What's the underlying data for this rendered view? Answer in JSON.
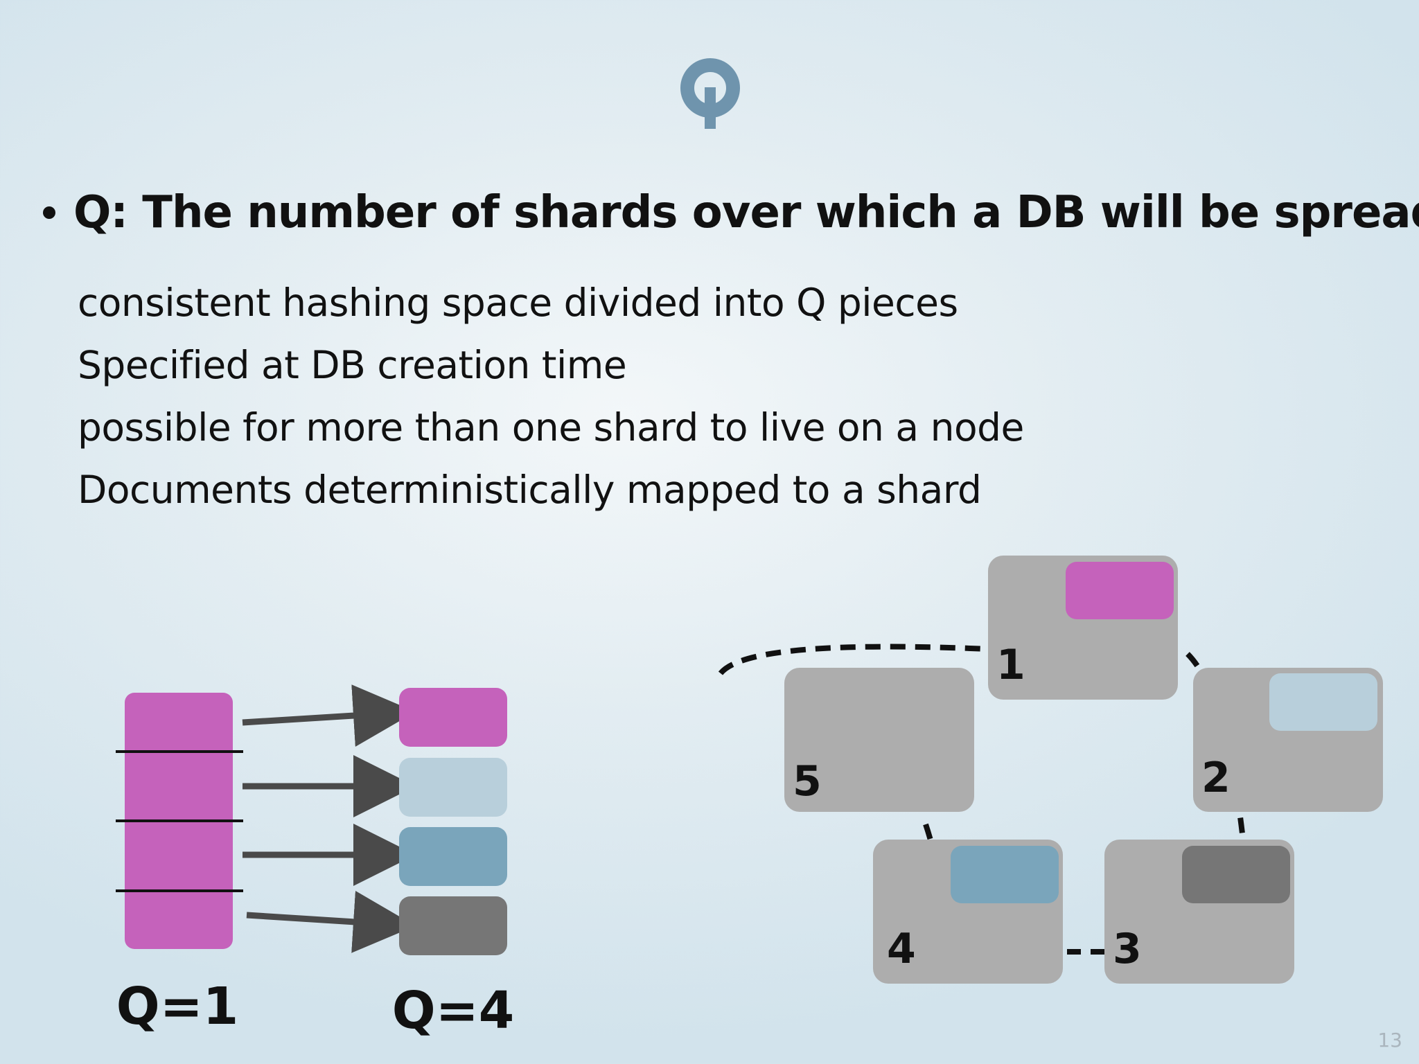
{
  "logo": {
    "icon": "q-logo-icon",
    "color": "#6f94ad"
  },
  "bullet": {
    "headline": "Q: The number of shards over which a DB will be spread",
    "subitems": [
      "consistent hashing space divided into Q pieces",
      "Specified at DB creation time",
      "possible for more than one shard to live on a node",
      "Documents deterministically mapped to a shard"
    ]
  },
  "left_diagram": {
    "q1_label": "Q=1",
    "q4_label": "Q=4",
    "source_color": "#c562bb",
    "shard_colors": [
      "#c562bb",
      "#b8cfdb",
      "#7aa5bb",
      "#767676"
    ]
  },
  "ring": {
    "node_color": "#adadad",
    "nodes": [
      {
        "label": "1",
        "shard_color": "#c562bb"
      },
      {
        "label": "2",
        "shard_color": "#b8cfdb"
      },
      {
        "label": "3",
        "shard_color": "#767676"
      },
      {
        "label": "4",
        "shard_color": "#7aa5bb"
      },
      {
        "label": "5",
        "shard_color": ""
      }
    ]
  },
  "page_number": "13"
}
